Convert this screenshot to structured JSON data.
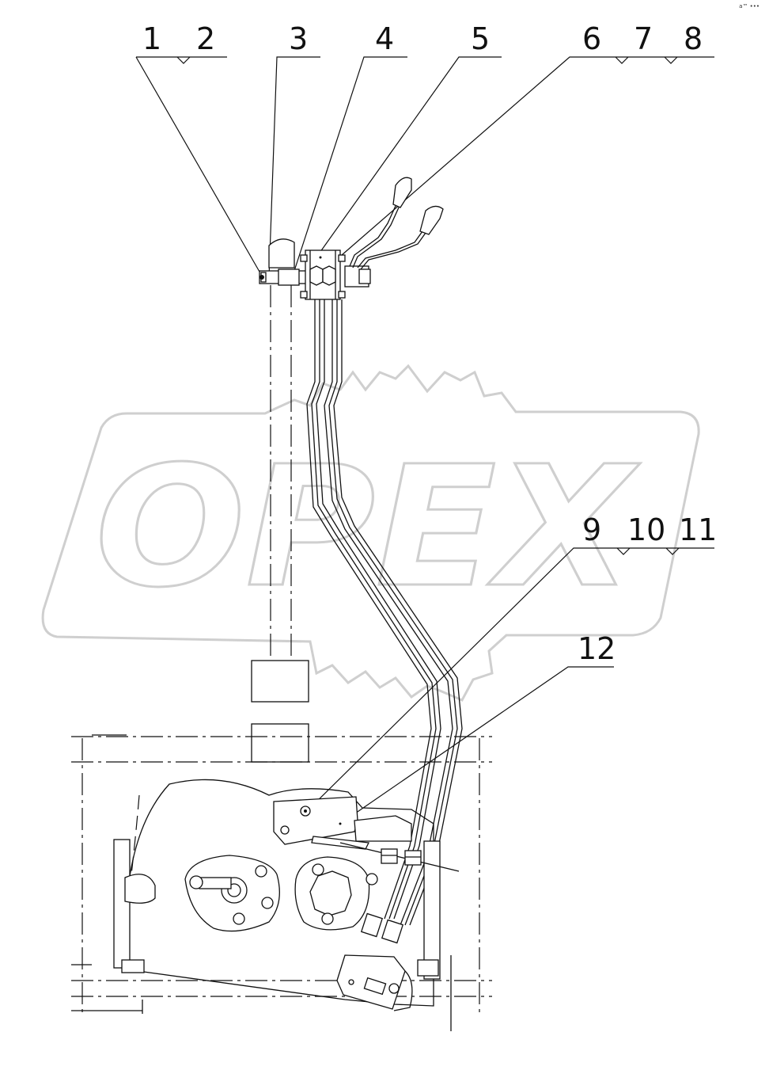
{
  "corner_mark": "a™ •••",
  "watermark": {
    "text": "OPEX",
    "color": "#cfcfcf"
  },
  "callouts": [
    {
      "id": "1",
      "label": "1"
    },
    {
      "id": "2",
      "label": "2"
    },
    {
      "id": "3",
      "label": "3"
    },
    {
      "id": "4",
      "label": "4"
    },
    {
      "id": "5",
      "label": "5"
    },
    {
      "id": "6",
      "label": "6"
    },
    {
      "id": "7",
      "label": "7"
    },
    {
      "id": "8",
      "label": "8"
    },
    {
      "id": "9",
      "label": "9"
    },
    {
      "id": "10",
      "label": "10"
    },
    {
      "id": "11",
      "label": "11"
    },
    {
      "id": "12",
      "label": "12"
    }
  ],
  "line_color": "#111111"
}
